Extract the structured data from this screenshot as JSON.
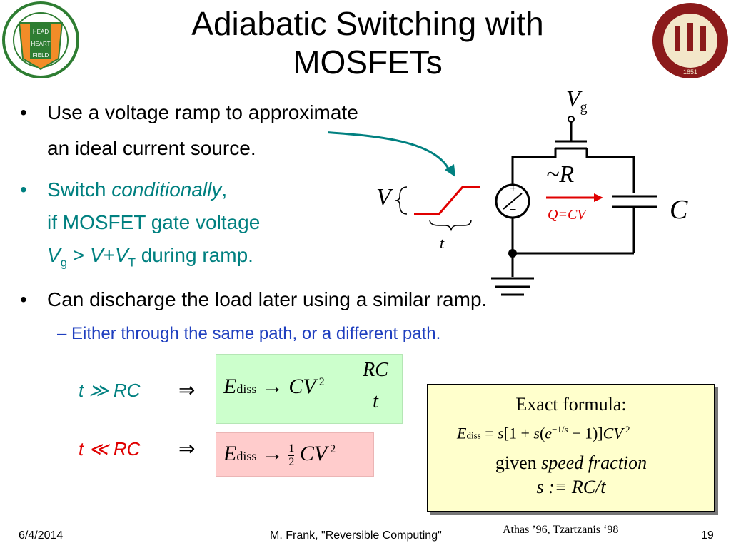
{
  "title": "Adiabatic Switching with MOSFETs",
  "bullets": {
    "b1_line1": "Use a voltage ramp to approximate",
    "b1_line2": "an ideal current source.",
    "b2_line1_a": "Switch ",
    "b2_line1_b": "conditionally",
    "b2_line1_c": ",",
    "b2_line2": "if MOSFET gate voltage",
    "b2_line3_tail": " during ramp.",
    "b3": "Can discharge the load later using a similar ramp.",
    "sub1": "Either through the same path, or a different path."
  },
  "circuit": {
    "vg": "V",
    "vg_sub": "g",
    "v": "V",
    "t": "t",
    "r": "~R",
    "c": "C",
    "q": "Q=CV",
    "plus": "+",
    "minus": "−"
  },
  "formulas": {
    "cond_slow": "t ≫ RC",
    "cond_fast": "t ≪ RC",
    "implies": "⇒",
    "exact_title": "Exact formula:",
    "given": "given ",
    "speed_fraction": "speed fraction",
    "s_def": "s :≡ RC/t"
  },
  "footer": {
    "date": "6/4/2014",
    "author": "M. Frank, \"Reversible Computing\"",
    "citation": "Athas ’96, Tzartzanis ‘98",
    "page": "19"
  },
  "logos": {
    "left": "FLORIDA AGRICULTURAL AND MECHANICAL UNIVERSITY",
    "right": "FLORIDA STATE UNIVERSITY 1851"
  },
  "colors": {
    "teal": "#008080",
    "blue": "#1f3fbf",
    "red": "#e00000",
    "green_box": "#ccffcc",
    "pink_box": "#ffcccc",
    "yellow_box": "#ffffcc"
  }
}
